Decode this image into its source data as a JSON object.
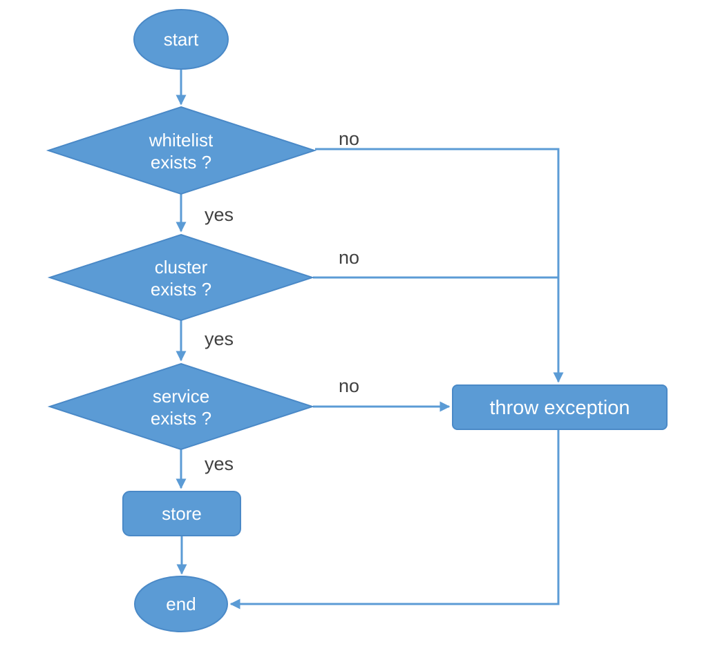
{
  "flowchart": {
    "nodes": {
      "start": {
        "label": "start",
        "type": "terminator"
      },
      "whitelist_exists": {
        "line1": "whitelist",
        "line2": "exists ?",
        "type": "decision"
      },
      "cluster_exists": {
        "line1": "cluster",
        "line2": "exists ?",
        "type": "decision"
      },
      "service_exists": {
        "line1": "service",
        "line2": "exists ?",
        "type": "decision"
      },
      "throw_exception": {
        "label": "throw exception",
        "type": "process"
      },
      "store": {
        "label": "store",
        "type": "process"
      },
      "end": {
        "label": "end",
        "type": "terminator"
      }
    },
    "edge_labels": {
      "whitelist_no": "no",
      "whitelist_yes": "yes",
      "cluster_no": "no",
      "cluster_yes": "yes",
      "service_no": "no",
      "service_yes": "yes"
    },
    "colors": {
      "shape_fill": "#5B9BD5",
      "shape_border": "#4A89C7",
      "connector": "#5B9BD5",
      "shape_text": "#FFFFFF",
      "edge_label_text": "#404040",
      "background": "#FFFFFF"
    }
  }
}
